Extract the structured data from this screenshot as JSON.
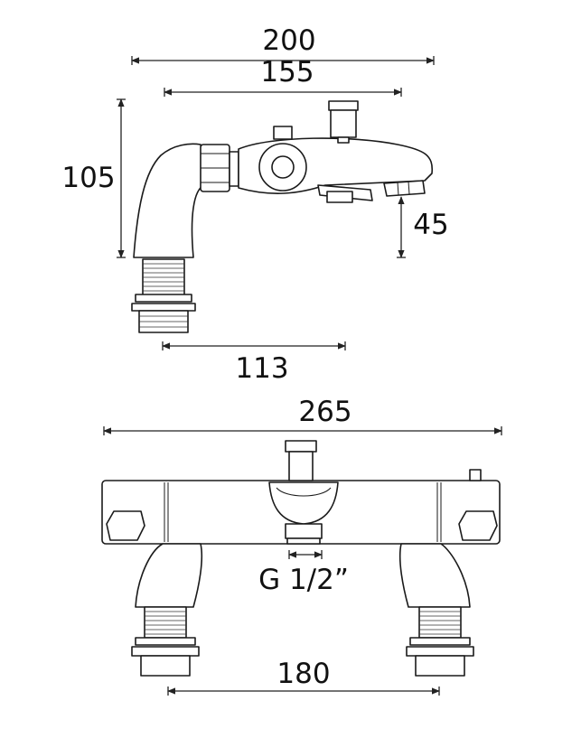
{
  "top_view": {
    "dim_overall_width": "200",
    "dim_body_width": "155",
    "dim_height": "105",
    "dim_spout_height": "45",
    "dim_leg_offset": "113"
  },
  "front_view": {
    "dim_overall_width": "265",
    "dim_outlet_thread": "G 1/2”",
    "dim_centres": "180"
  }
}
